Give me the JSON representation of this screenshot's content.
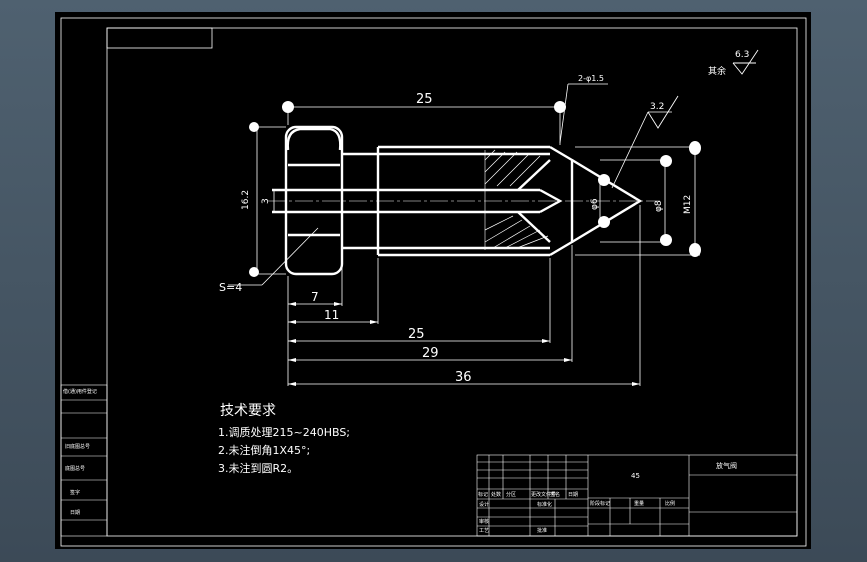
{
  "colors": {
    "background": "#3f4e5c",
    "canvas": "#000000",
    "line": "#ffffff"
  },
  "surface": {
    "roughness_other": "6.3",
    "roughness_other_label": "其余",
    "roughness_cone": "3.2",
    "hole_note": "2-φ1.5"
  },
  "dimensions": {
    "total_head": "25",
    "d16": "16.2",
    "d3": "3",
    "s_flats": "S=4",
    "len_7": "7",
    "len_11": "11",
    "len_25": "25",
    "len_29": "29",
    "len_36": "36",
    "phi6": "φ6",
    "phi8": "φ8",
    "thread": "M12"
  },
  "requirements": {
    "heading": "技术要求",
    "items": [
      "1.调质处理215~240HBS;",
      "2.未注倒角1X45°;",
      "3.未注到圆R2。"
    ]
  },
  "title_block": {
    "material": "45",
    "part_name": "放气阀",
    "labels": [
      "标记",
      "处数",
      "分区",
      "更改文件号",
      "签名",
      "日期",
      "设计",
      "标准化",
      "审核",
      "工艺",
      "批准",
      "阶段标记",
      "重量",
      "比例"
    ]
  },
  "side_table": {
    "labels": [
      "借(通)用件登记",
      "旧底图总号",
      "底图总号",
      "签字",
      "日期"
    ]
  }
}
